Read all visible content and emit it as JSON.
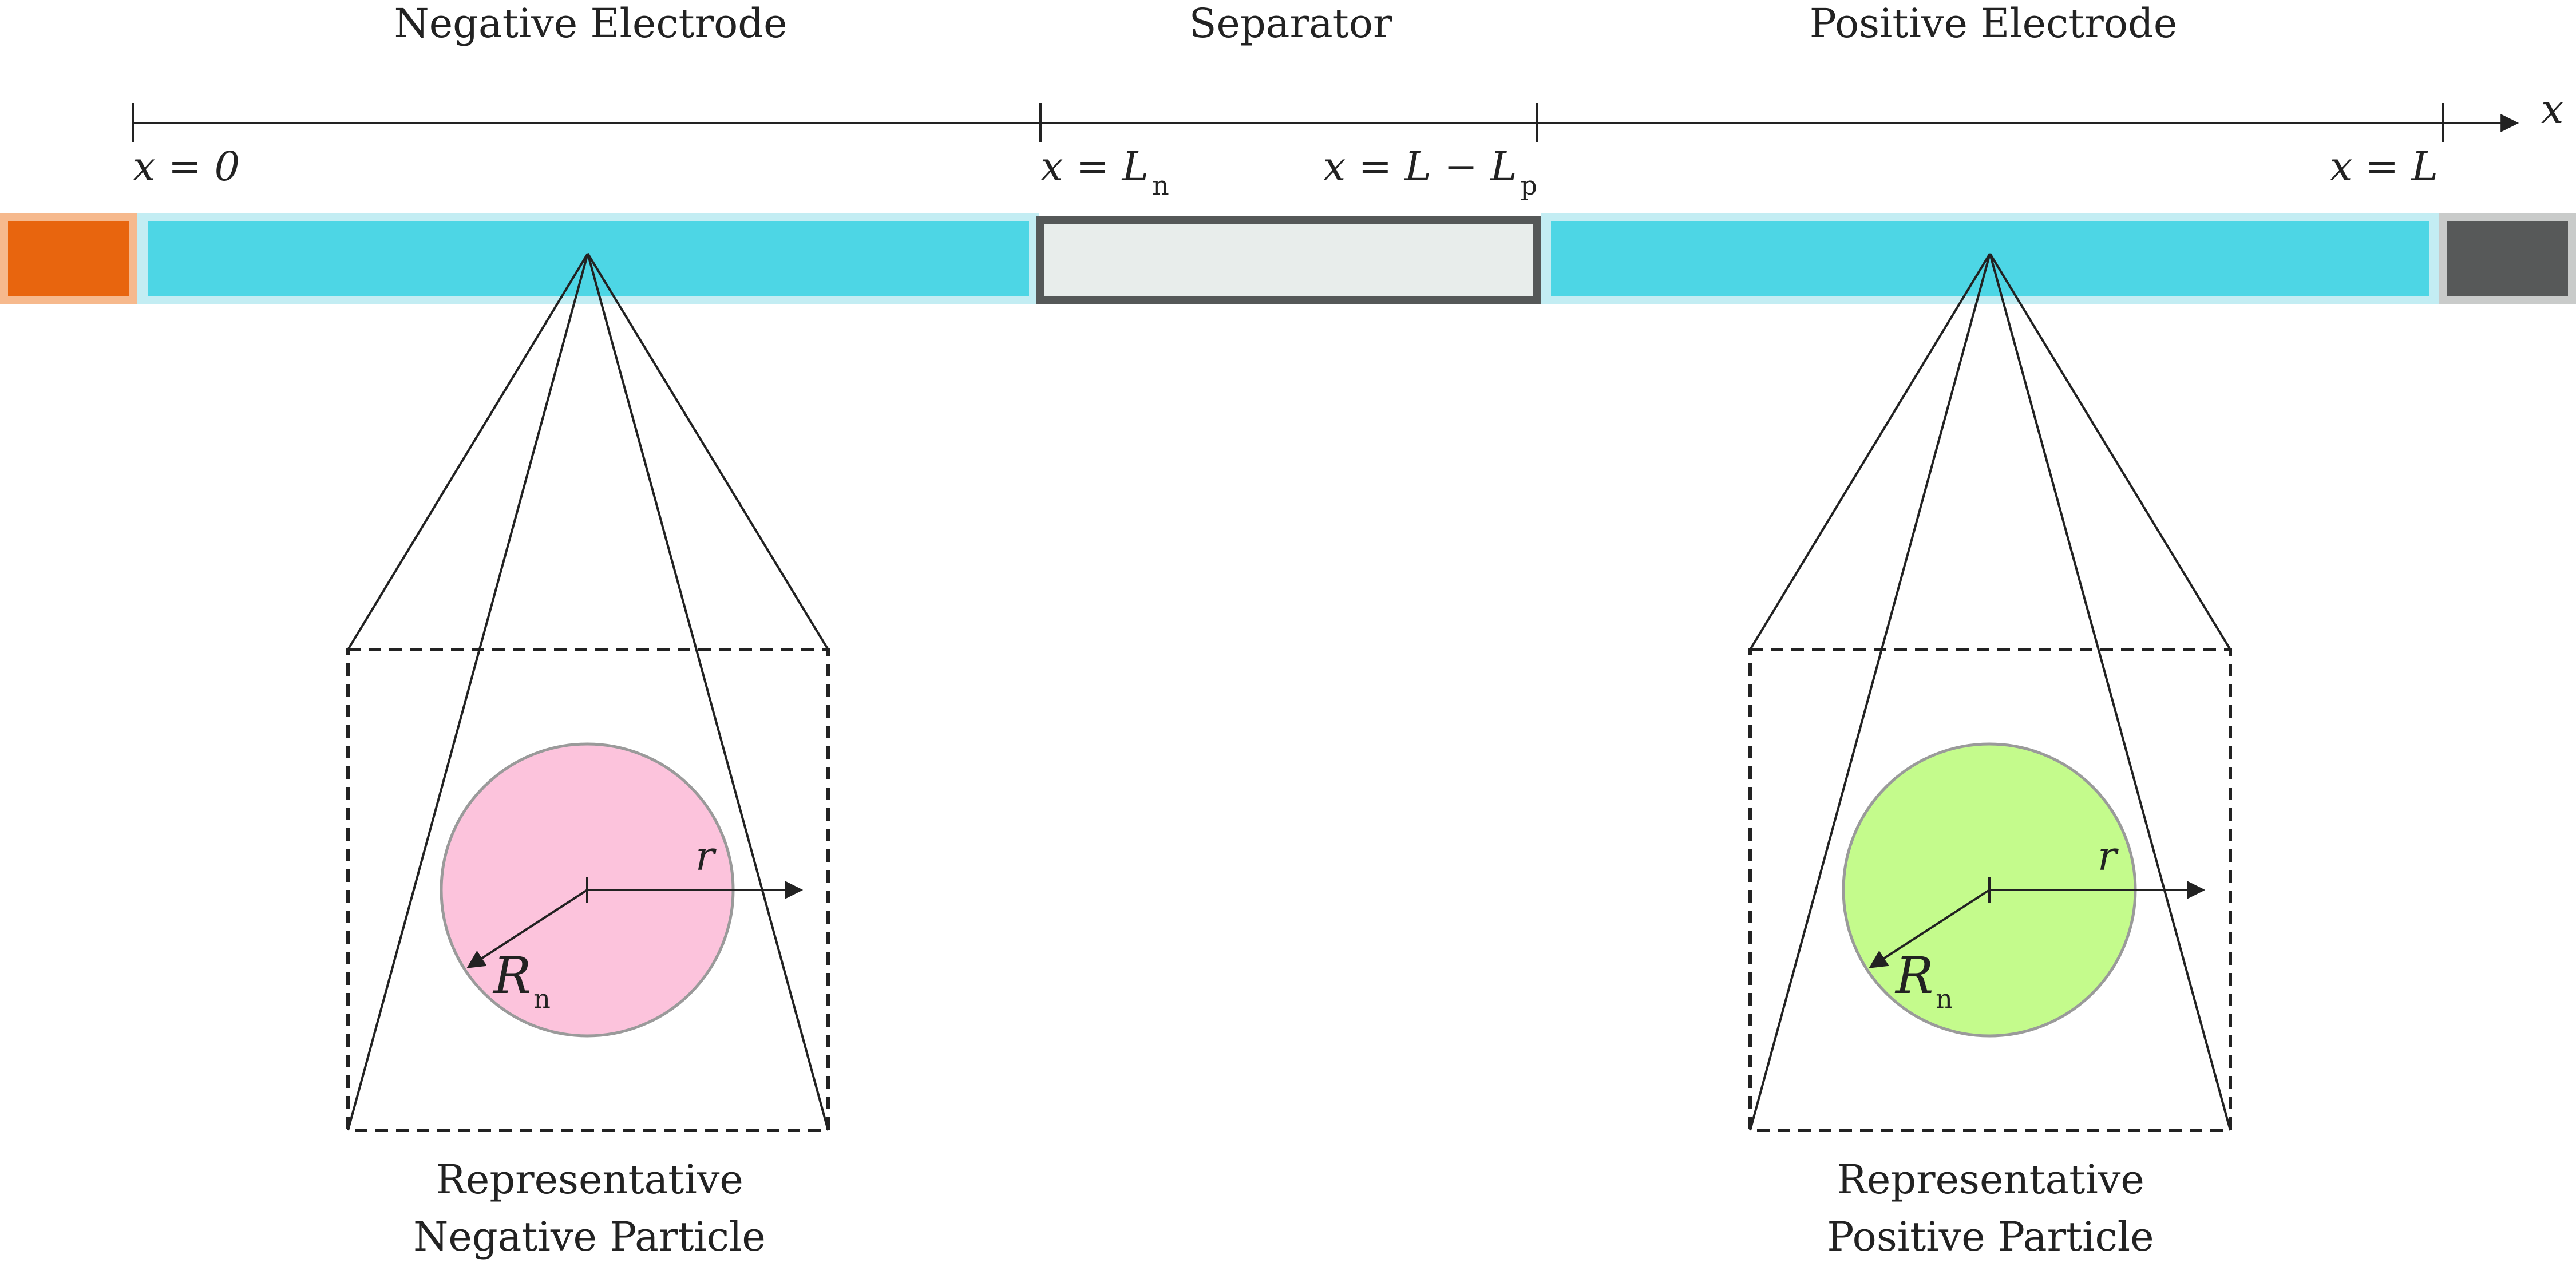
{
  "regions": {
    "negative_electrode": "Negative Electrode",
    "separator": "Separator",
    "positive_electrode": "Positive Electrode"
  },
  "axis": {
    "label": "x",
    "ticks": {
      "origin": {
        "var": "x",
        "eq": " = ",
        "val": "0"
      },
      "ln": {
        "var": "x",
        "eq": " = ",
        "val": "L",
        "sub": "n"
      },
      "l_minus_lp": {
        "var": "x",
        "eq": " = ",
        "val": "L",
        "minus": " − ",
        "val2": "L",
        "sub": "p"
      },
      "l": {
        "var": "x",
        "eq": " = ",
        "val": "L"
      }
    }
  },
  "particles": {
    "negative": {
      "radial_label": "r",
      "radius_var": "R",
      "radius_sub": "n",
      "caption_line1": "Representative",
      "caption_line2": "Negative Particle",
      "fill_color": "#fcc3dc"
    },
    "positive": {
      "radial_label": "r",
      "radius_var": "R",
      "radius_sub": "n",
      "caption_line1": "Representative",
      "caption_line2": "Positive Particle",
      "fill_color": "#c4fb8c"
    }
  },
  "colors": {
    "negative_current_collector": "#e8650e",
    "electrode": "#4dd6e5",
    "separator": "#e8edeb",
    "positive_current_collector": "#575959"
  }
}
